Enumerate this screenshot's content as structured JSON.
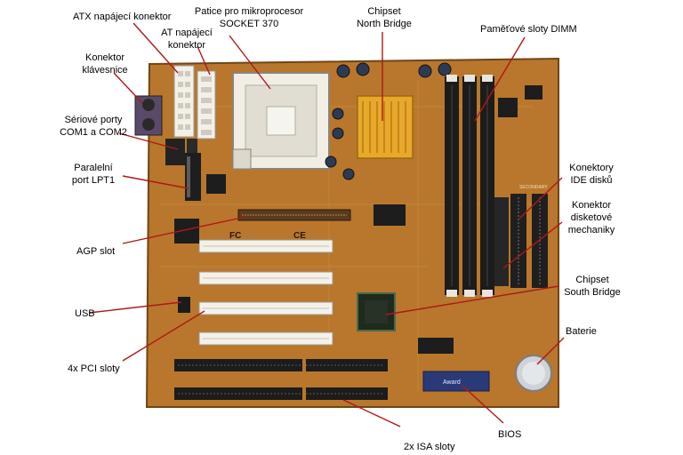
{
  "labels": {
    "atx": "ATX napájecí konektor",
    "at_line1": "AT napájecí",
    "at_line2": "konektor",
    "socket_line1": "Patice pro mikroprocesor",
    "socket_line2": "SOCKET 370",
    "north_line1": "Chipset",
    "north_line2": "North Bridge",
    "dimm": "Paměťové sloty DIMM",
    "keyboard_line1": "Konektor",
    "keyboard_line2": "klávesnice",
    "serial_line1": "Sériové porty",
    "serial_line2": "COM1 a COM2",
    "parallel_line1": "Paralelní",
    "parallel_line2": "port LPT1",
    "ide_line1": "Konektory",
    "ide_line2": "IDE disků",
    "floppy_line1": "Konektor",
    "floppy_line2": "disketové",
    "floppy_line3": "mechaniky",
    "agp": "AGP slot",
    "south_line1": "Chipset",
    "south_line2": "South Bridge",
    "usb": "USB",
    "battery": "Baterie",
    "pci": "4x PCI sloty",
    "bios": "BIOS",
    "isa": "2x ISA sloty"
  },
  "board_text": {
    "fc_mark": "FC",
    "ce_mark": "CE",
    "bios_chip": "Award",
    "secondary": "SECONDARY"
  },
  "colors": {
    "board": "#b8772c",
    "board_dark": "#8a5a20",
    "slot_white": "#f4f1ea",
    "slot_black": "#1c1c1c",
    "heatsink": "#e8a82a",
    "leader": "#b01818"
  }
}
